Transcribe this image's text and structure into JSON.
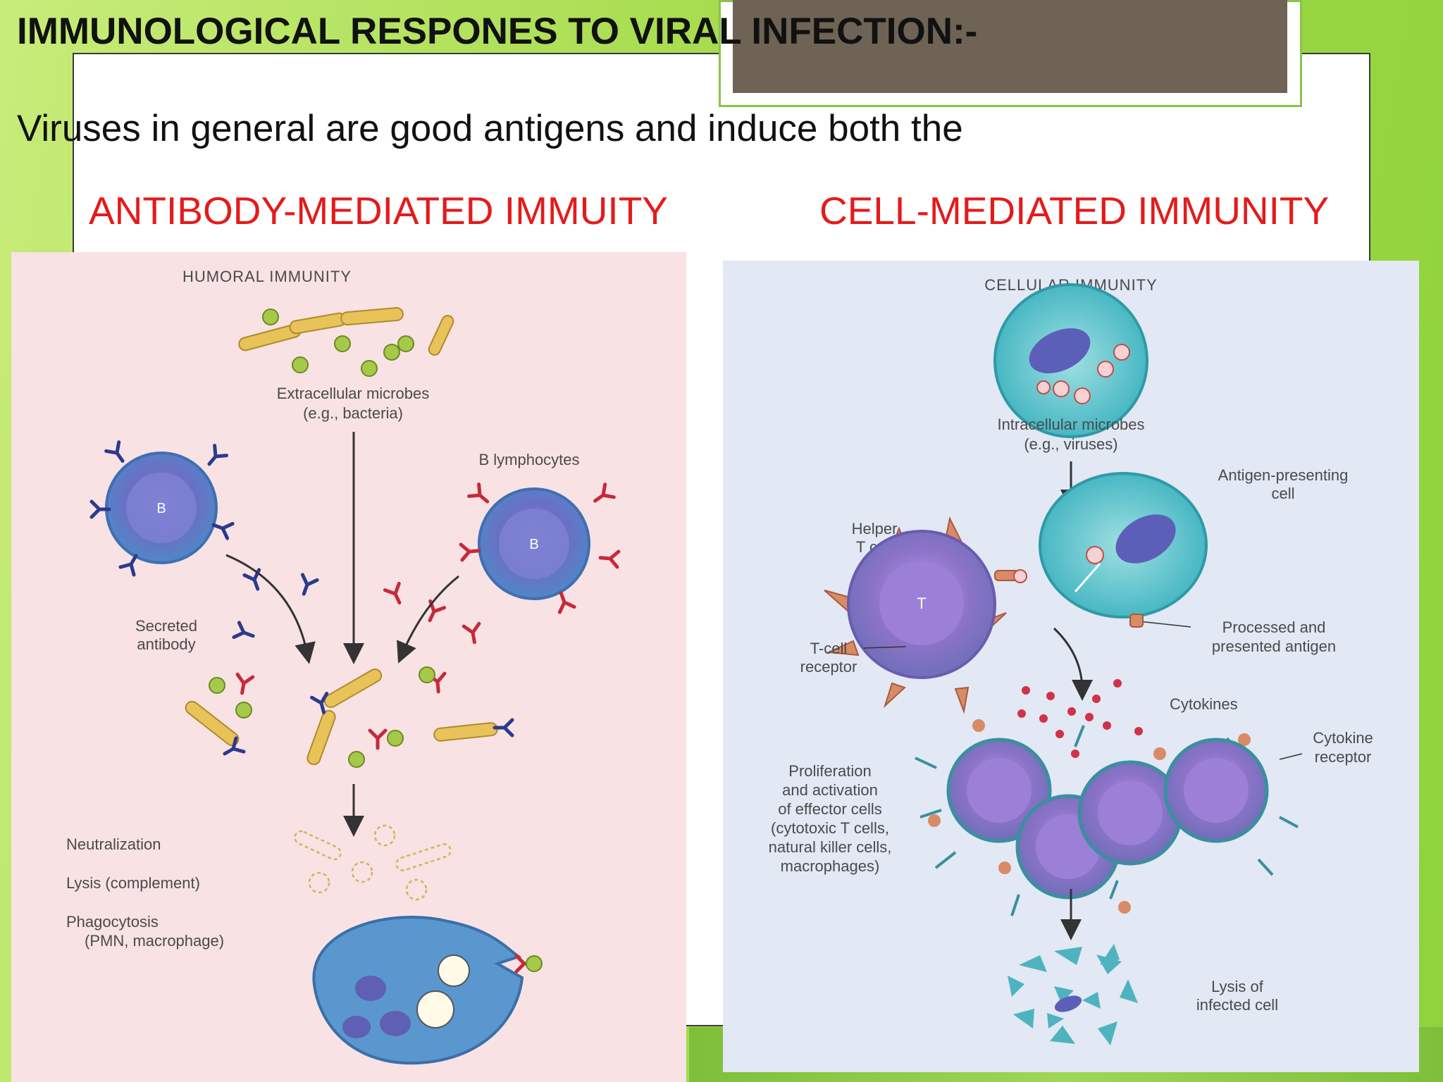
{
  "slide": {
    "title": "IMMUNOLOGICAL RESPONES TO VIRAL INFECTION:-",
    "intro": "Viruses in general are good antigens and induce both the",
    "left_heading": "ANTIBODY-MEDIATED IMMUITY",
    "right_heading": "CELL-MEDIATED IMMUNITY",
    "accent_color": "#e31b1b"
  },
  "humoral": {
    "title": "HUMORAL IMMUNITY",
    "microbes_line1": "Extracellular microbes",
    "microbes_line2": "(e.g., bacteria)",
    "b_lymphocytes": "B lymphocytes",
    "b_cell_letter": "B",
    "secreted_line1": "Secreted",
    "secreted_line2": "antibody",
    "neutralization": "Neutralization",
    "lysis": "Lysis (complement)",
    "phagocytosis_line1": "Phagocytosis",
    "phagocytosis_line2": "(PMN, macrophage)"
  },
  "cellular": {
    "title": "CELLULAR IMMUNITY",
    "intracellular_line1": "Intracellular microbes",
    "intracellular_line2": "(e.g., viruses)",
    "apc_line1": "Antigen-presenting",
    "apc_line2": "cell",
    "helper_line1": "Helper",
    "helper_line2": "T cell",
    "t_letter": "T",
    "tcr_line1": "T-cell",
    "tcr_line2": "receptor",
    "processed_line1": "Processed and",
    "processed_line2": "presented antigen",
    "cytokines": "Cytokines",
    "cytokine_receptor_line1": "Cytokine",
    "cytokine_receptor_line2": "receptor",
    "prolif_line1": "Proliferation",
    "prolif_line2": "and activation",
    "prolif_line3": "of effector cells",
    "prolif_line4": "(cytotoxic T cells,",
    "prolif_line5": "natural killer cells,",
    "prolif_line6": "macrophages)",
    "lysis_line1": "Lysis of",
    "lysis_line2": "infected cell"
  }
}
